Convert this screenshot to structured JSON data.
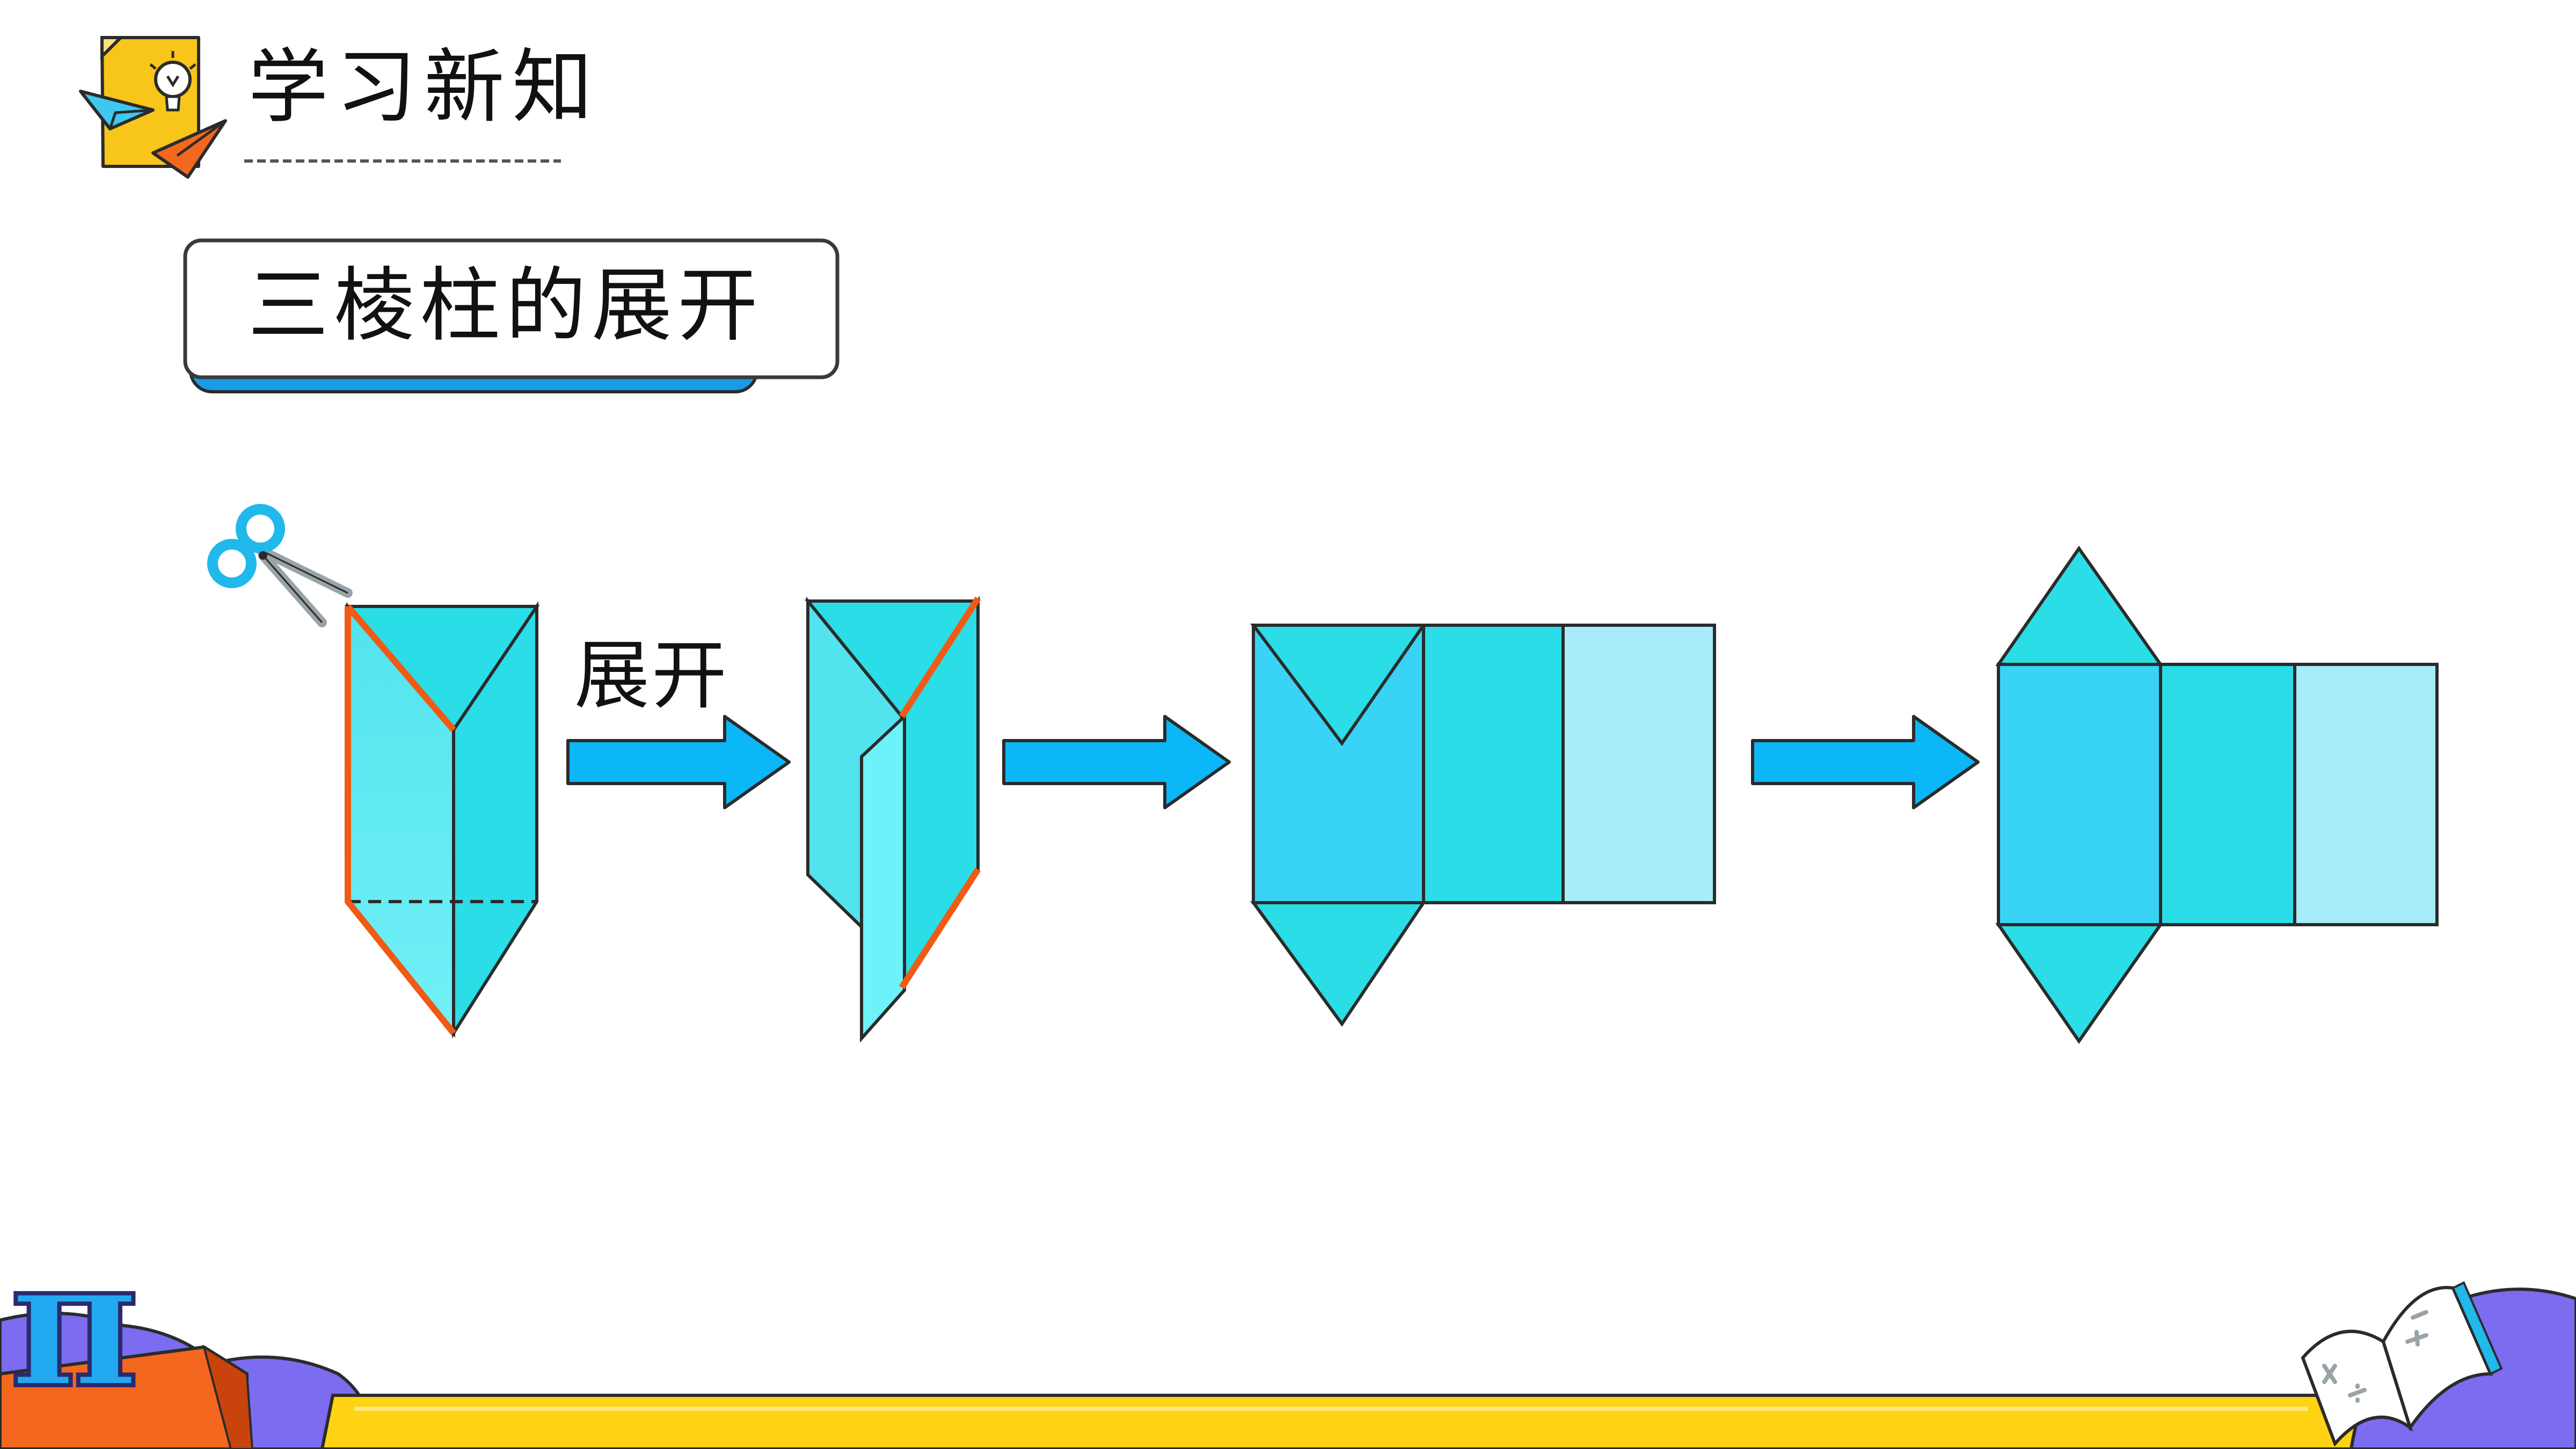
{
  "header": {
    "title": "学习新知"
  },
  "section": {
    "title": "三棱柱的展开"
  },
  "steps": {
    "first_arrow_label": "展开"
  },
  "decorations": {
    "pi_symbol": "π",
    "icons": [
      "paper-plane-icon",
      "lightbulb-icon",
      "scissors-icon",
      "open-book-icon"
    ]
  },
  "colors": {
    "face_dark": "#2adde6",
    "face_medium": "#39d4f5",
    "face_light": "#a8ecfc",
    "face_pale": "#5ce8ef",
    "cut_line": "#f05a14",
    "arrow": "#0bb7f6",
    "footer_yellow": "#ffd214",
    "heading_dash": "#555555"
  }
}
